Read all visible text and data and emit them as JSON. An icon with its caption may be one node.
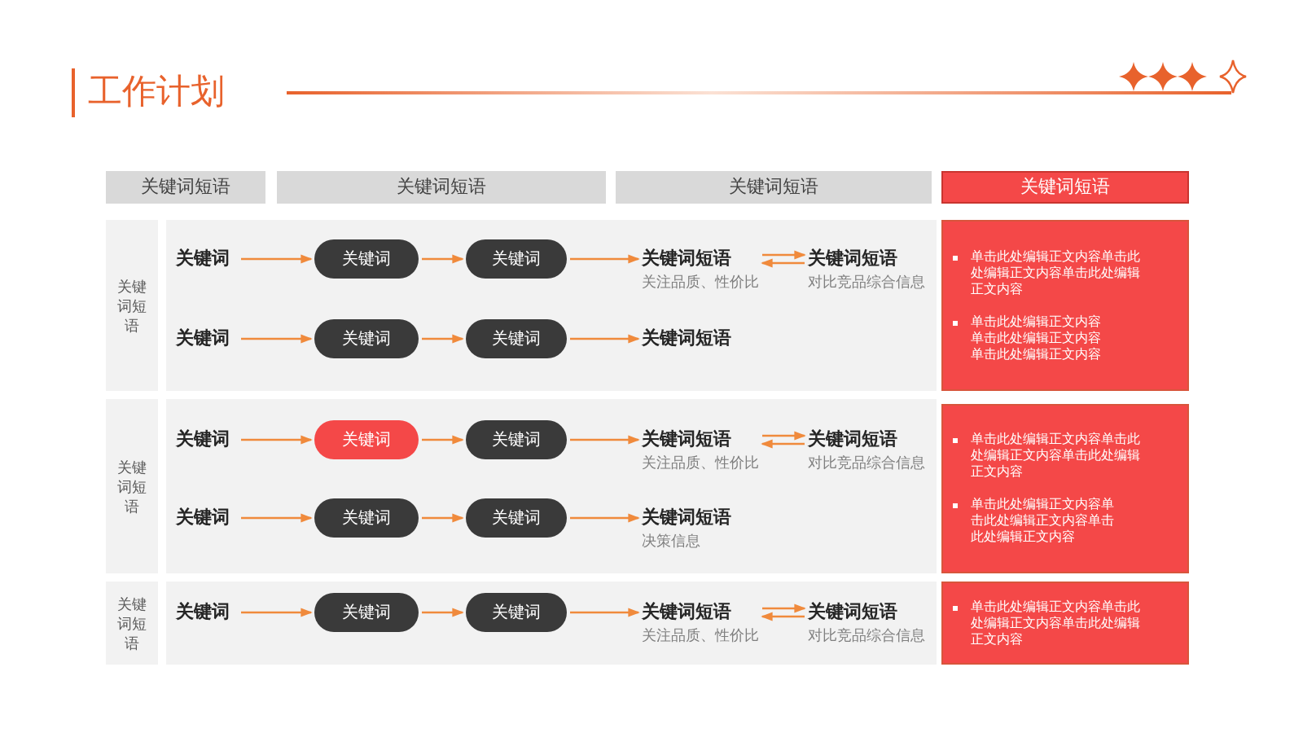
{
  "diagram": {
    "title": "工作计划",
    "nodes": [
      {
        "text": [
          "关键词短语"
        ]
      },
      {
        "text": [
          "关键词短语"
        ]
      },
      {
        "text": [
          "关键词短语"
        ]
      },
      {
        "text": [
          "关键词短语"
        ]
      },
      {
        "text": [
          "关键词短语"
        ]
      },
      {
        "text": [],
        "shape": "box"
      },
      {
        "text": [
          "关键词"
        ],
        "in": 5
      },
      {
        "text": [
          "关键词"
        ],
        "in": 5
      },
      {
        "text": [
          "关键词"
        ],
        "in": 5
      },
      {
        "text": [
          "关键词短语"
        ],
        "beside": [
          "关注品质、性价比"
        ],
        "in": 5
      },
      {
        "text": [
          "关键词短语"
        ],
        "beside": [
          "对比竞品综合信息"
        ],
        "in": 5
      },
      {
        "text": [
          "关键词"
        ],
        "in": 5
      },
      {
        "text": [
          "关键词"
        ],
        "in": 5
      },
      {
        "text": [
          "关键词"
        ],
        "in": 5
      },
      {
        "text": [
          "关键词短语"
        ],
        "in": 5
      },
      {
        "text": [
          "单击此处编辑正文内容单击此处编辑正文内容单击此处编辑正文内容",
          "单击此处编辑正文内容单击此处编辑正文内容单击此处编辑正文内容"
        ]
      },
      {
        "text": [
          "关键词短语"
        ]
      },
      {
        "text": [],
        "shape": "box"
      },
      {
        "text": [
          "关键词"
        ],
        "in": 17
      },
      {
        "text": [
          "关键词"
        ],
        "in": 17
      },
      {
        "text": [
          "关键词"
        ],
        "in": 17
      },
      {
        "text": [
          "关键词短语"
        ],
        "beside": [
          "关注品质、性价比"
        ],
        "in": 17
      },
      {
        "text": [
          "关键词短语"
        ],
        "beside": [
          "对比竞品综合信息"
        ],
        "in": 17
      },
      {
        "text": [
          "关键词"
        ],
        "in": 17
      },
      {
        "text": [
          "关键词"
        ],
        "in": 17
      },
      {
        "text": [
          "关键词"
        ],
        "in": 17
      },
      {
        "text": [
          "关键词短语"
        ],
        "beside": [
          "决策信息"
        ],
        "in": 17
      },
      {
        "text": [
          "单击此处编辑正文内容单击此处编辑正文内容单击此处编辑正文内容",
          "单击此处编辑正文内容单击此处编辑正文内容单击此处编辑正文内容"
        ]
      },
      {
        "text": [
          "关键词短语"
        ]
      },
      {
        "text": [],
        "shape": "box"
      },
      {
        "text": [
          "关键词"
        ],
        "in": 29
      },
      {
        "text": [
          "关键词"
        ],
        "in": 29
      },
      {
        "text": [
          "关键词"
        ],
        "in": 29
      },
      {
        "text": [
          "关键词短语"
        ],
        "beside": [
          "关注品质、性价比"
        ],
        "in": 29
      },
      {
        "text": [
          "关键词短语"
        ],
        "beside": [
          "对比竞品综合信息"
        ],
        "in": 29
      },
      {
        "text": [
          "单击此处编辑正文内容单击此处编辑正文内容单击此处编辑正文内容"
        ]
      }
    ],
    "edges": [
      {
        "from": 6,
        "to": 7,
        "arrow": "to"
      },
      {
        "from": 7,
        "to": 8,
        "arrow": "to"
      },
      {
        "from": 8,
        "to": 9,
        "arrow": "to"
      },
      {
        "from": 9,
        "to": 10,
        "arrow": "to"
      },
      {
        "from": 10,
        "to": 9,
        "arrow": "to"
      },
      {
        "from": 11,
        "to": 12,
        "arrow": "to"
      },
      {
        "from": 12,
        "to": 13,
        "arrow": "to"
      },
      {
        "from": 13,
        "to": 14,
        "arrow": "to"
      },
      {
        "from": 18,
        "to": 19,
        "arrow": "to"
      },
      {
        "from": 19,
        "to": 20,
        "arrow": "to"
      },
      {
        "from": 20,
        "to": 21,
        "arrow": "to"
      },
      {
        "from": 21,
        "to": 22,
        "arrow": "to"
      },
      {
        "from": 22,
        "to": 21,
        "arrow": "to"
      },
      {
        "from": 23,
        "to": 24,
        "arrow": "to"
      },
      {
        "from": 24,
        "to": 25,
        "arrow": "to"
      },
      {
        "from": 25,
        "to": 26,
        "arrow": "to"
      },
      {
        "from": 30,
        "to": 31,
        "arrow": "to"
      },
      {
        "from": 31,
        "to": 32,
        "arrow": "to"
      },
      {
        "from": 32,
        "to": 33,
        "arrow": "to"
      },
      {
        "from": 33,
        "to": 34,
        "arrow": "to"
      },
      {
        "from": 34,
        "to": 33,
        "arrow": "to"
      }
    ]
  }
}
